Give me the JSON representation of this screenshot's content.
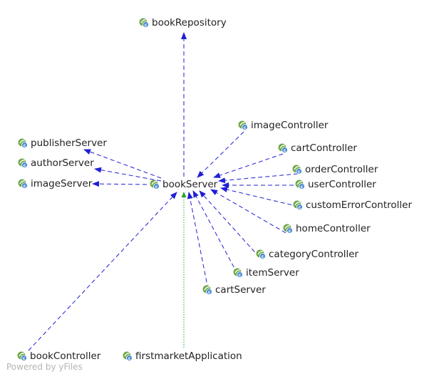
{
  "nodes": {
    "bookRepository": "bookRepository",
    "publisherServer": "publisherServer",
    "authorServer": "authorServer",
    "imageServer": "imageServer",
    "bookServer": "bookServer",
    "imageController": "imageController",
    "cartController": "cartController",
    "orderController": "orderController",
    "userController": "userController",
    "customErrorController": "customErrorController",
    "homeController": "homeController",
    "categoryController": "categoryController",
    "itemServer": "itemServer",
    "cartServer": "cartServer",
    "bookController": "bookController",
    "firstmarketApplication": "firstmarketApplication"
  },
  "edges": [
    {
      "from": "bookServer",
      "to": "bookRepository",
      "style": "dependency"
    },
    {
      "from": "bookServer",
      "to": "publisherServer",
      "style": "dependency"
    },
    {
      "from": "bookServer",
      "to": "authorServer",
      "style": "dependency"
    },
    {
      "from": "bookServer",
      "to": "imageServer",
      "style": "dependency"
    },
    {
      "from": "imageController",
      "to": "bookServer",
      "style": "dependency"
    },
    {
      "from": "cartController",
      "to": "bookServer",
      "style": "dependency"
    },
    {
      "from": "orderController",
      "to": "bookServer",
      "style": "dependency"
    },
    {
      "from": "userController",
      "to": "bookServer",
      "style": "dependency"
    },
    {
      "from": "customErrorController",
      "to": "bookServer",
      "style": "dependency"
    },
    {
      "from": "homeController",
      "to": "bookServer",
      "style": "dependency"
    },
    {
      "from": "categoryController",
      "to": "bookServer",
      "style": "dependency"
    },
    {
      "from": "itemServer",
      "to": "bookServer",
      "style": "dependency"
    },
    {
      "from": "cartServer",
      "to": "bookServer",
      "style": "dependency"
    },
    {
      "from": "bookController",
      "to": "bookServer",
      "style": "dependency"
    },
    {
      "from": "firstmarketApplication",
      "to": "bookServer",
      "style": "association"
    }
  ],
  "icon": "spring-class-icon",
  "colors": {
    "dependency_edge": "#1f1fd6",
    "association_edge": "#2aa62a",
    "icon_green": "#6fa84a",
    "icon_blue": "#4f8ed3"
  },
  "watermark": "Powered by yFiles"
}
